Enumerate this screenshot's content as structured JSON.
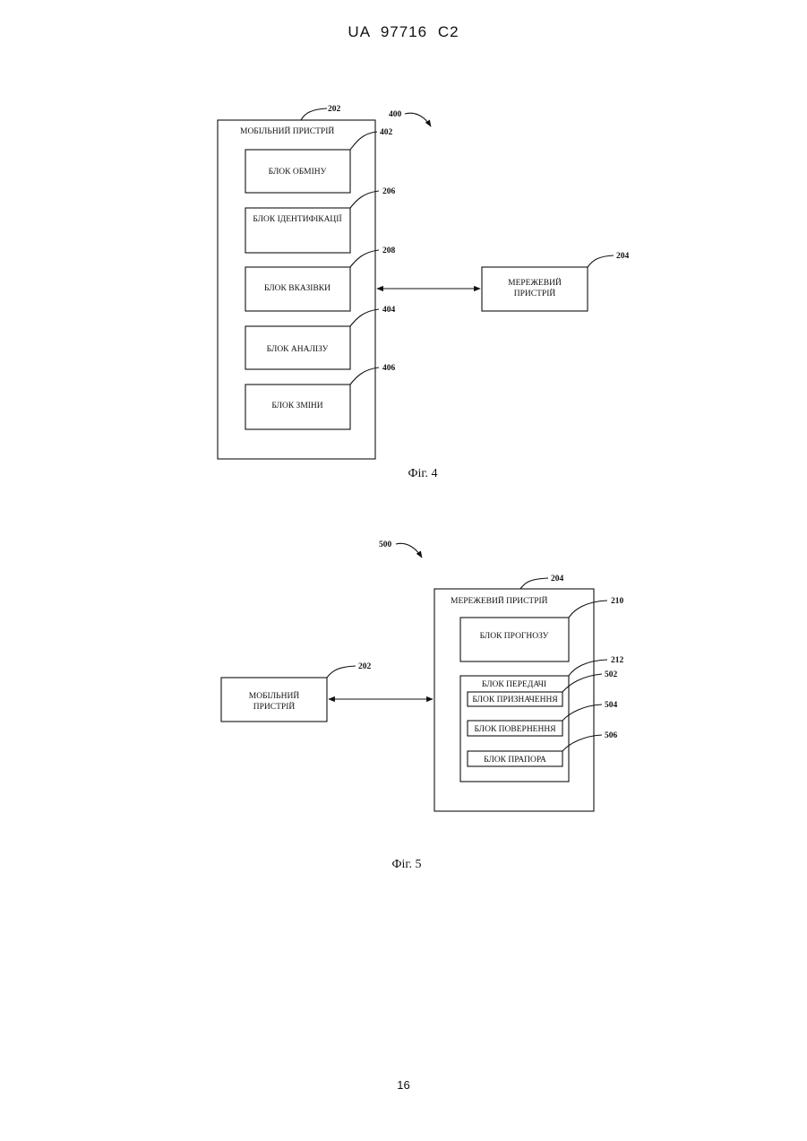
{
  "header": {
    "text": "UA   97716   C2"
  },
  "page_number": "16",
  "fig4": {
    "caption": "Фіг. 4",
    "diagram_ref": "400",
    "mobile": {
      "ref": "202",
      "title": "МОБІЛЬНИЙ ПРИСТРІЙ"
    },
    "blocks": [
      {
        "ref": "402",
        "label": "БЛОК ОБМІНУ"
      },
      {
        "ref": "206",
        "label": "БЛОК ІДЕНТИФІКАЦІЇ"
      },
      {
        "ref": "208",
        "label": "БЛОК ВКАЗІВКИ"
      },
      {
        "ref": "404",
        "label": "БЛОК АНАЛІЗУ"
      },
      {
        "ref": "406",
        "label": "БЛОК ЗМІНИ"
      }
    ],
    "network": {
      "ref": "204",
      "line1": "МЕРЕЖЕВИЙ",
      "line2": "ПРИСТРІЙ"
    }
  },
  "fig5": {
    "caption": "Фіг. 5",
    "diagram_ref": "500",
    "network": {
      "ref": "204",
      "title": "МЕРЕЖЕВИЙ ПРИСТРІЙ"
    },
    "forecast": {
      "ref": "210",
      "label": "БЛОК ПРОГНОЗУ"
    },
    "transfer": {
      "ref": "212",
      "label": "БЛОК ПЕРЕДАЧІ"
    },
    "sub_blocks": [
      {
        "ref": "502",
        "label": "БЛОК ПРИЗНАЧЕННЯ"
      },
      {
        "ref": "504",
        "label": "БЛОК ПОВЕРНЕННЯ"
      },
      {
        "ref": "506",
        "label": "БЛОК ПРАПОРА"
      }
    ],
    "mobile": {
      "ref": "202",
      "line1": "МОБІЛЬНИЙ",
      "line2": "ПРИСТРІЙ"
    }
  }
}
